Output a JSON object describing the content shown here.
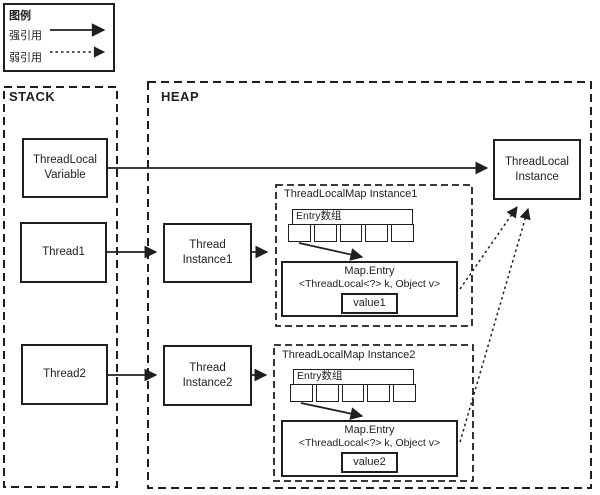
{
  "legend": {
    "title": "图例",
    "items": [
      {
        "label": "强引用",
        "style": "solid-arrow"
      },
      {
        "label": "弱引用",
        "style": "dotted-arrow"
      }
    ]
  },
  "regions": {
    "stack": "STACK",
    "heap": "HEAP"
  },
  "boxes": {
    "threadlocal_variable": "ThreadLocal Variable",
    "thread1": "Thread1",
    "thread_instance1": "Thread Instance1",
    "thread2": "Thread2",
    "thread_instance2": "Thread Instance2",
    "threadlocal_instance": "ThreadLocal Instance"
  },
  "maps": [
    {
      "title": "ThreadLocalMap Instance1",
      "entry_array_label": "Entry数组",
      "entry_cells": 5,
      "map_entry_title": "Map.Entry",
      "map_entry_signature": "<ThreadLocal<?> k, Object v>",
      "value": "value1"
    },
    {
      "title": "ThreadLocalMap Instance2",
      "entry_array_label": "Entry数组",
      "entry_cells": 5,
      "map_entry_title": "Map.Entry",
      "map_entry_signature": "<ThreadLocal<?> k, Object v>",
      "value": "value2"
    }
  ],
  "edges": [
    {
      "from": "ThreadLocal Variable",
      "to": "ThreadLocal Instance",
      "type": "strong"
    },
    {
      "from": "Thread1",
      "to": "Thread Instance1",
      "type": "strong"
    },
    {
      "from": "Thread Instance1",
      "to": "ThreadLocalMap Instance1",
      "type": "strong"
    },
    {
      "from": "Thread2",
      "to": "Thread Instance2",
      "type": "strong"
    },
    {
      "from": "Thread Instance2",
      "to": "ThreadLocalMap Instance2",
      "type": "strong"
    },
    {
      "from": "Entry数组[0] of Instance1",
      "to": "Map.Entry of Instance1",
      "type": "strong"
    },
    {
      "from": "Entry数组[0] of Instance2",
      "to": "Map.Entry of Instance2",
      "type": "strong"
    },
    {
      "from": "Map.Entry of Instance1",
      "to": "ThreadLocal Instance",
      "type": "weak"
    },
    {
      "from": "Map.Entry of Instance2",
      "to": "ThreadLocal Instance",
      "type": "weak"
    }
  ],
  "colors": {
    "ink": "#1f1f1f",
    "background": "#ffffff"
  }
}
